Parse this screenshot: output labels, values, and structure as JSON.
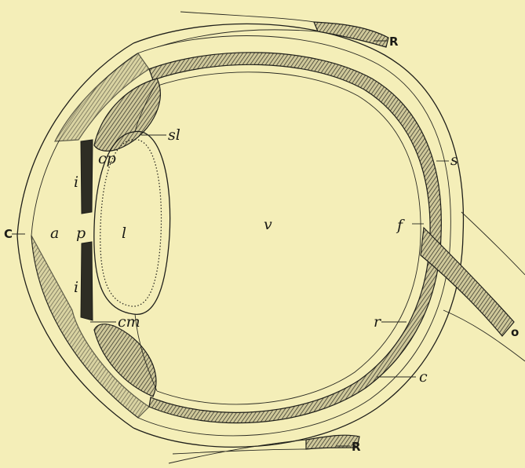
{
  "labels": {
    "R_top": "R",
    "sl": "sl",
    "s": "s",
    "cp": "cp",
    "i_upper": "i",
    "C": "C",
    "a": "a",
    "p": "p",
    "l": "l",
    "v": "v",
    "f": "f",
    "i_lower": "i",
    "cm": "cm",
    "r": "r",
    "o": "o",
    "c": "c",
    "R_bottom": "R"
  },
  "colors": {
    "background": "#f4eeb8",
    "ink": "#1f1f1a"
  }
}
